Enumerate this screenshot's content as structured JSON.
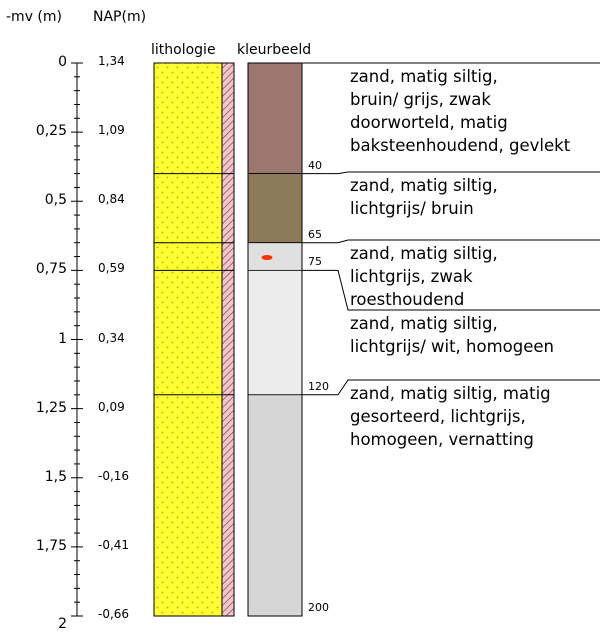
{
  "headers": {
    "mv": "-mv (m)",
    "nap": "NAP(m)",
    "lithologie": "lithologie",
    "kleurbeeld": "kleurbeeld"
  },
  "axis": {
    "mv_labels": [
      "0",
      "0,25",
      "0,5",
      "0,75",
      "1",
      "1,25",
      "1,5",
      "1,75",
      "2"
    ],
    "nap_labels": [
      "1,34",
      "1,09",
      "0,84",
      "0,59",
      "0,34",
      "0,09",
      "-0,16",
      "-0,41",
      "-0,66"
    ],
    "depth_range_cm": [
      0,
      200
    ]
  },
  "layers": [
    {
      "top_cm": 0,
      "bottom_cm": 40,
      "color": "#9c7770",
      "description": "zand, matig siltig,\nbruin/ grijs, zwak\ndoorworteld, matig\nbaksteenhoudend, gevlekt"
    },
    {
      "top_cm": 40,
      "bottom_cm": 65,
      "color": "#8c7a5a",
      "description": "zand, matig siltig,\nlichtgrijs/ bruin"
    },
    {
      "top_cm": 65,
      "bottom_cm": 75,
      "color": "#e0e0e0",
      "description": "zand, matig siltig,\nlichtgrijs, zwak\nroesthoudend"
    },
    {
      "top_cm": 75,
      "bottom_cm": 120,
      "color": "#ececec",
      "description": "zand, matig siltig,\nlichtgrijs/ wit, homogeen"
    },
    {
      "top_cm": 120,
      "bottom_cm": 200,
      "color": "#d6d6d6",
      "description": "zand, matig siltig, matig\ngesorteerd, lichtgrijs,\nhomogeen, vernatting"
    }
  ],
  "boundary_labels": [
    "40",
    "65",
    "75",
    "120",
    "200"
  ],
  "colors": {
    "lithologie_fill": "#ffff33",
    "lithologie_dots": "#b0b000",
    "strip_pink": "#e8a0a8",
    "mottle": "#ff3300"
  }
}
